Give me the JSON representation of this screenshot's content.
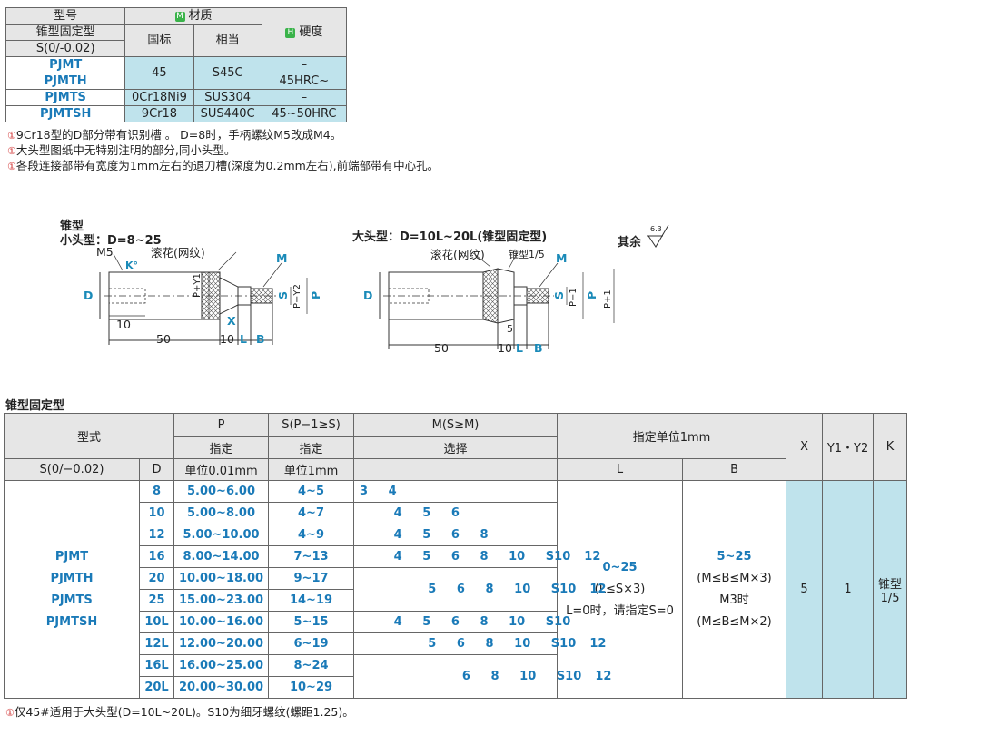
{
  "material_table": {
    "h_model": "型号",
    "h_taper": "锥型固定型",
    "h_s": "S(0/-0.02)",
    "h_material": "材质",
    "h_material_badge": "M",
    "h_gb": "国标",
    "h_equiv": "相当",
    "h_hardness": "硬度",
    "h_hardness_badge": "H",
    "rows": [
      {
        "code": "PJMT",
        "gb": "45",
        "equiv": "S45C",
        "hardness": "–"
      },
      {
        "code": "PJMTH",
        "hardness": "45HRC~"
      },
      {
        "code": "PJMTS",
        "gb": "0Cr18Ni9",
        "equiv": "SUS304",
        "hardness": "–"
      },
      {
        "code": "PJMTSH",
        "gb": "9Cr18",
        "equiv": "SUS440C",
        "hardness": "45~50HRC"
      }
    ]
  },
  "notes": [
    "9Cr18型的D部分带有识别槽 。     D=8时，手柄螺纹M5改成M4。",
    "大头型图纸中无特别注明的部分,同小头型。",
    "各段连接部带有宽度为1mm左右的退刀槽(深度为0.2mm左右),前端部带有中心孔。"
  ],
  "note_mark": "①",
  "drawing": {
    "left_title1": "锥型",
    "left_title2": "小头型：D=8~25",
    "right_title": "大头型：D=10L~20L(锥型固定型)",
    "roughness": "其余",
    "roughness_val": "6.3",
    "m5": "M5",
    "knurl": "滚花(网纹)",
    "taper": "锥型1/5",
    "M": "M",
    "D": "D",
    "S": "S",
    "P": "P",
    "PY1": "P+Y1",
    "PY2": "P−Y2",
    "P1m": "P−1",
    "P1p": "P+1",
    "K": "K°",
    "X": "X",
    "five": "5",
    "ten": "10",
    "fifty": "50",
    "L": "L",
    "B": "B"
  },
  "main_title": "锥型固定型",
  "main_table": {
    "h_type": "型式",
    "h_s": "S(0/−0.02)",
    "h_d": "D",
    "h_p": "P",
    "h_p_spec": "指定",
    "h_p_unit": "单位0.01mm",
    "h_sp": "S(P−1≥S)",
    "h_sp_spec": "指定",
    "h_sp_unit": "单位1mm",
    "h_m": "M(S≥M)",
    "h_m_sel": "选择",
    "h_unit": "指定单位1mm",
    "h_l": "L",
    "h_b": "B",
    "h_x": "X",
    "h_y": "Y1・Y2",
    "h_k": "K",
    "codes": [
      "PJMT",
      "PJMTH",
      "PJMTS",
      "PJMTSH"
    ],
    "rows": [
      {
        "d": "8",
        "p": "5.00~6.00",
        "s": "4~5",
        "m": "3   4"
      },
      {
        "d": "10",
        "p": "5.00~8.00",
        "s": "4~7",
        "m": "     4   5   6"
      },
      {
        "d": "12",
        "p": "5.00~10.00",
        "s": "4~9",
        "m": "     4   5   6   8"
      },
      {
        "d": "16",
        "p": "8.00~14.00",
        "s": "7~13",
        "m": "     4   5   6   8   10   S10  12"
      },
      {
        "d": "20",
        "p": "10.00~18.00",
        "s": "9~17",
        "m": "          5   6   8   10   S10  12"
      },
      {
        "d": "25",
        "p": "15.00~23.00",
        "s": "14~19"
      },
      {
        "d": "10L",
        "p": "10.00~16.00",
        "s": "5~15",
        "m": "     4   5   6   8   10   S10"
      },
      {
        "d": "12L",
        "p": "12.00~20.00",
        "s": "6~19",
        "m": "          5   6   8   10   S10  12"
      },
      {
        "d": "16L",
        "p": "16.00~25.00",
        "s": "8~24",
        "m": "               6   8   10   S10  12"
      },
      {
        "d": "20L",
        "p": "20.00~30.00",
        "s": "10~29"
      }
    ],
    "l_range": "0~25",
    "l_cond": "(L≤S×3)",
    "l_note": "L=0时，请指定S=0",
    "b_range": "5~25",
    "b_cond": "(M≤B≤M×3)",
    "b_m3": "M3时",
    "b_cond2": "(M≤B≤M×2)",
    "x": "5",
    "y": "1",
    "k1": "锥型",
    "k2": "1/5"
  },
  "footnote": "仅45#适用于大头型(D=10L~20L)。S10为细牙螺纹(螺距1.25)。"
}
